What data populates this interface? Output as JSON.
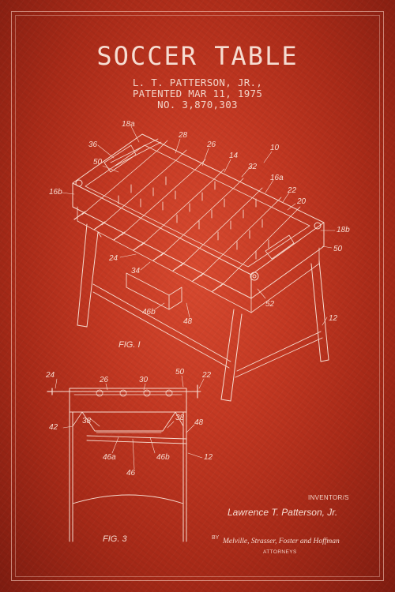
{
  "header": {
    "title": "SOCCER TABLE",
    "inventor_line": "L. T. PATTERSON, JR.,",
    "patent_date": "PATENTED MAR 11, 1975",
    "patent_number": "NO. 3,870,303"
  },
  "figures": {
    "fig1_caption": "FIG. I",
    "fig3_caption": "FIG. 3",
    "fig1_labels": [
      "18a",
      "36",
      "28",
      "26",
      "10",
      "50",
      "14",
      "32",
      "16a",
      "16b",
      "22",
      "20",
      "18b",
      "50",
      "24",
      "34",
      "52",
      "46b",
      "48",
      "12"
    ],
    "fig3_labels": [
      "24",
      "26",
      "30",
      "50",
      "22",
      "38",
      "42",
      "38",
      "48",
      "46a",
      "46b",
      "12",
      "46"
    ]
  },
  "signature_block": {
    "inventors_label": "INVENTOR/S",
    "inventor_name": "Lawrence  T. Patterson, Jr.",
    "by_label": "BY",
    "attorneys_signature": "Melville, Strasser, Foster and Hoffman",
    "attorneys_label": "ATTORNEYS"
  },
  "colors": {
    "background": "#c33822",
    "ink": "#f6ddd2"
  }
}
